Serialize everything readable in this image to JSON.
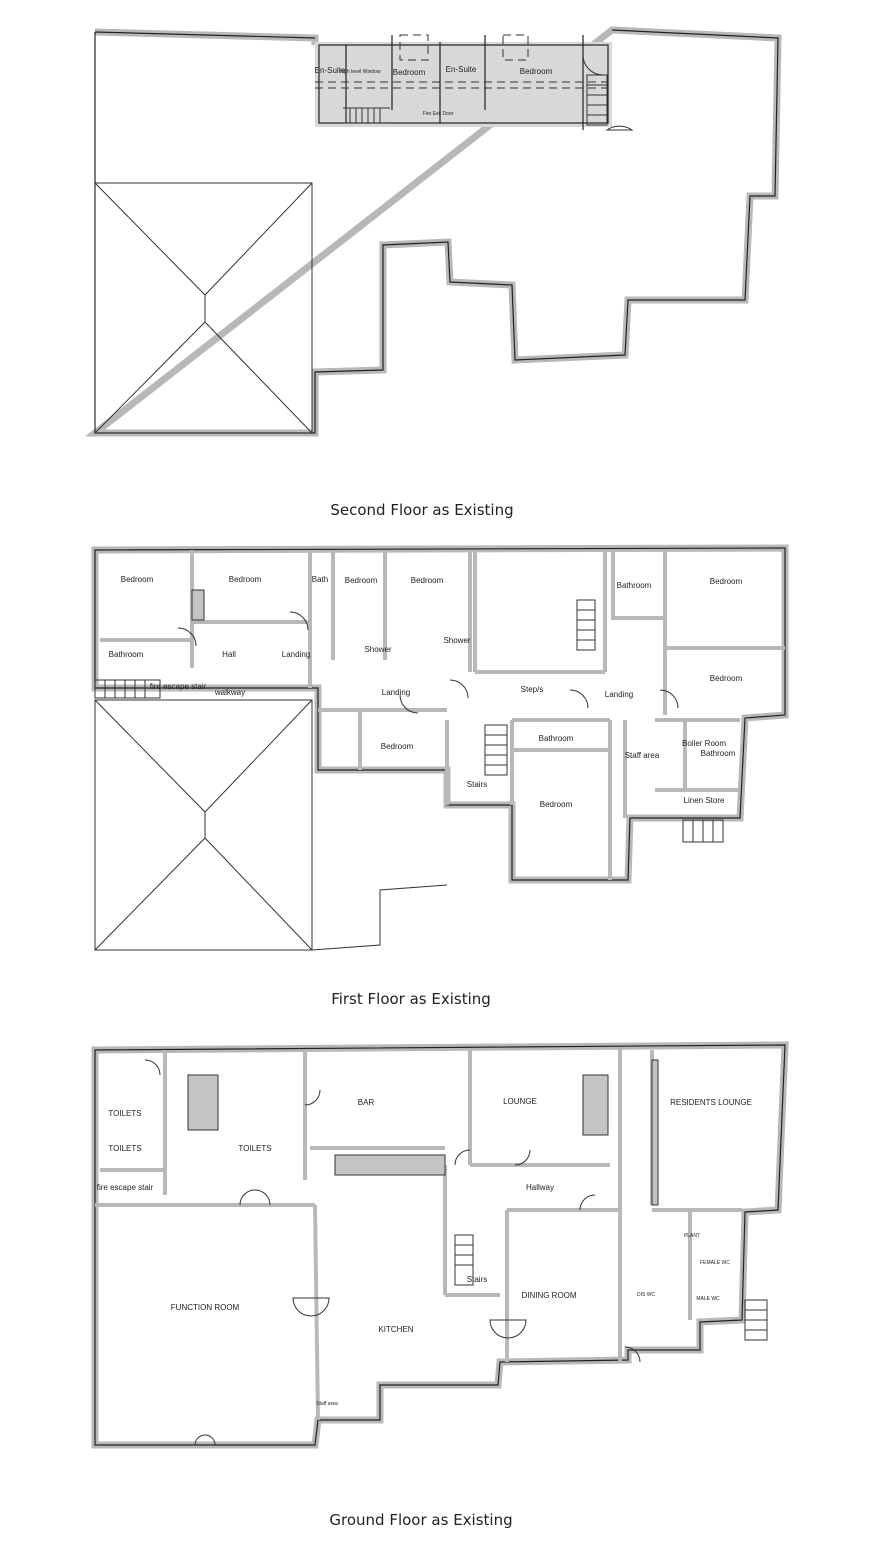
{
  "second_floor": {
    "caption": "Second Floor as Existing",
    "rooms": [
      "En-Suite",
      "High level Window",
      "Bedroom",
      "En-Suite",
      "Bedroom",
      "Fire Exit Door"
    ]
  },
  "first_floor": {
    "caption": "First Floor as Existing",
    "rooms": [
      "Bedroom",
      "Bedroom",
      "Bath",
      "Bedroom",
      "Bedroom",
      "Bathroom",
      "Bedroom",
      "Bathroom",
      "Hall",
      "Landing",
      "Shower",
      "Shower",
      "Bedroom",
      "fire escape stair",
      "walkway",
      "Landing",
      "Step/s",
      "Landing",
      "Bedroom",
      "Bathroom",
      "Staff area",
      "Boiler Room",
      "Bathroom",
      "Stairs",
      "Bedroom",
      "Linen Store"
    ]
  },
  "ground_floor": {
    "caption": "Ground Floor as Existing",
    "rooms": [
      "TOILETS",
      "TOILETS",
      "TOILETS",
      "fire escape stair",
      "BAR",
      "LOUNGE",
      "RESIDENTS LOUNGE",
      "Hallway",
      "PLANT",
      "FEMALE WC",
      "DIS WC",
      "MALE WC",
      "Stairs",
      "DINING ROOM",
      "FUNCTION ROOM",
      "KITCHEN",
      "Staff area"
    ]
  }
}
